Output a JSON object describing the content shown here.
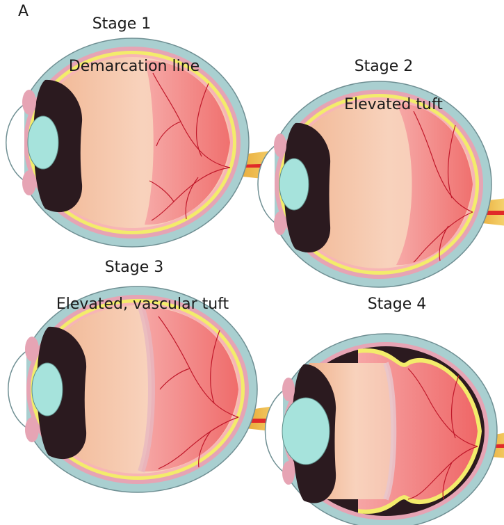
{
  "panel_letter": "A",
  "stages": [
    {
      "title": "Stage 1",
      "subtitle": "Demarcation line"
    },
    {
      "title": "Stage 2",
      "subtitle": "Elevated tuft"
    },
    {
      "title": "Stage 3",
      "subtitle": "Elevated, vascular tuft"
    },
    {
      "title": "Stage 4",
      "subtitle": ""
    }
  ],
  "colors": {
    "sclera": "#a9cfd0",
    "choroid": "#e6a4b4",
    "retina_band": "#f3ec6b",
    "vitreous": "#f3c1a6",
    "vascular_retina": "#f07b7b",
    "lens": "#a6e3dc",
    "iris": "#2b1a1f",
    "optic_nerve": "#f3c23f",
    "vessel": "#c0182a"
  }
}
